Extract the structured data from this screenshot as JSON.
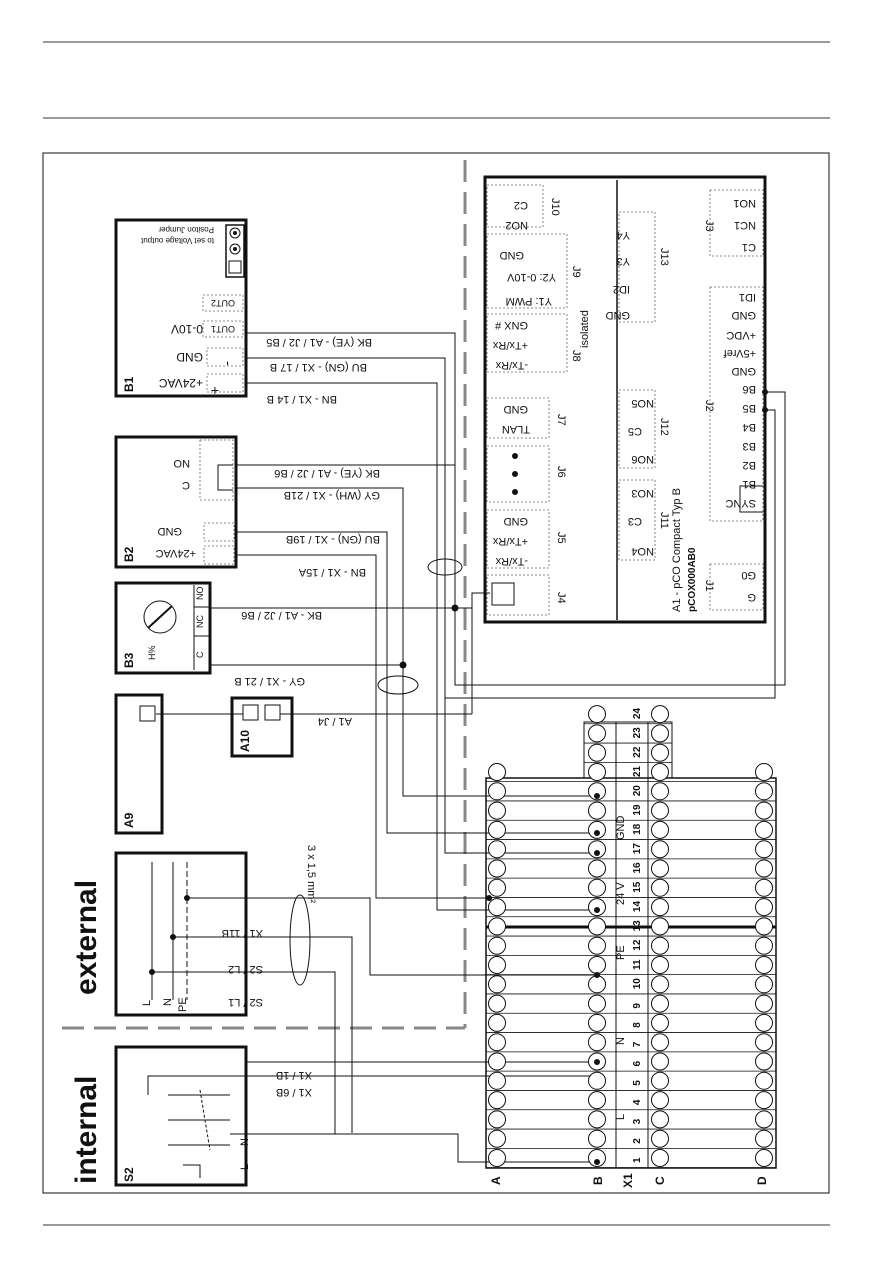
{
  "labels": {
    "external": "external",
    "internal": "internal",
    "cable_spec": "3 x 1,5 mm²"
  },
  "devices": {
    "b1": {
      "id": "B1",
      "pins": [
        "+24VAC",
        "GND",
        "0-10V"
      ],
      "outs": [
        "OUT1",
        "OUT2"
      ],
      "note1": "Positon Jumper",
      "note2": "to set Voltage output"
    },
    "b2": {
      "id": "B2",
      "pins": [
        "+24VAC",
        "GND",
        "C",
        "NO"
      ]
    },
    "b3": {
      "id": "B3",
      "pins": [
        "C",
        "NC",
        "NO"
      ],
      "hum": "H%"
    },
    "a9": {
      "id": "A9"
    },
    "a10": {
      "id": "A10"
    },
    "s2": {
      "id": "S2"
    },
    "a1": {
      "title": "A1 - pCO Compact Typ B",
      "model": "pCOX000AB0",
      "isolated": "isolated"
    }
  },
  "wires": {
    "b1_1": "BK (YE) - A1 / J2 / B5",
    "b1_2": "BU (GN) - X1 / 17 B",
    "b1_3": "BN - X1 / 14 B",
    "b2_1": "BK (YE) - A1 / J2 / B6",
    "b2_2": "GY (WH) - X1 / 21B",
    "b2_3": "BU (GN) - X1 / 19B",
    "b2_4": "BN - X1 / 15A",
    "b3_1": "BK - A1 / J2 / B6",
    "b3_2": "GY - X1 / 21 B",
    "a10_1": "A1 / J4",
    "ext_1": "X1 / 11B",
    "ext_2": "S2 / L2",
    "ext_3": "S2 / L1",
    "int_1": "X1 / 1B",
    "int_2": "X1 / 6B"
  },
  "connectors": {
    "j1": {
      "name": "J1",
      "pins": [
        "G0",
        "G"
      ]
    },
    "j2": {
      "name": "J2",
      "pins": [
        "SYNC",
        "B1",
        "B2",
        "B3",
        "B4",
        "B5",
        "B6",
        "GND",
        "+5Vref",
        "+VDC",
        "GND",
        "ID1"
      ]
    },
    "j3": {
      "name": "J3",
      "pins": [
        "NO1",
        "NC1",
        "C1"
      ]
    },
    "j4": {
      "name": "J4"
    },
    "j5": {
      "name": "J5",
      "pins": [
        "-Tx/Rx",
        "+Tx/Rx",
        "GND"
      ]
    },
    "j6": {
      "name": "J6"
    },
    "j7": {
      "name": "J7",
      "pins": [
        "TLAN",
        "GND"
      ]
    },
    "j8": {
      "name": "J8",
      "pins": [
        "-Tx/Rx",
        "+Tx/Rx",
        "GNX #"
      ]
    },
    "j9": {
      "name": "J9",
      "pins": [
        "Y1: PWM",
        "Y2: 0-10V",
        "GND"
      ]
    },
    "j10": {
      "name": "J10",
      "pins": [
        "NO2",
        "C2"
      ]
    },
    "j11": {
      "name": "J11",
      "pins": [
        "NO4",
        "C3",
        "NO3"
      ]
    },
    "j12": {
      "name": "J12",
      "pins": [
        "NO6",
        "C5",
        "NO5"
      ]
    },
    "j13": {
      "name": "J13",
      "pins": [
        "GND",
        "ID2",
        "Y3",
        "Y4"
      ]
    }
  },
  "terminal_block": {
    "name": "X1",
    "rows": [
      "A",
      "B",
      "C",
      "D"
    ],
    "numbers": [
      "1",
      "2",
      "3",
      "4",
      "5",
      "6",
      "7",
      "8",
      "9",
      "10",
      "11",
      "12",
      "13",
      "14",
      "15",
      "16",
      "17",
      "18",
      "19",
      "20",
      "21",
      "22",
      "23",
      "24"
    ],
    "groups": [
      "L",
      "N",
      "PE",
      "24 V",
      "GND"
    ]
  }
}
